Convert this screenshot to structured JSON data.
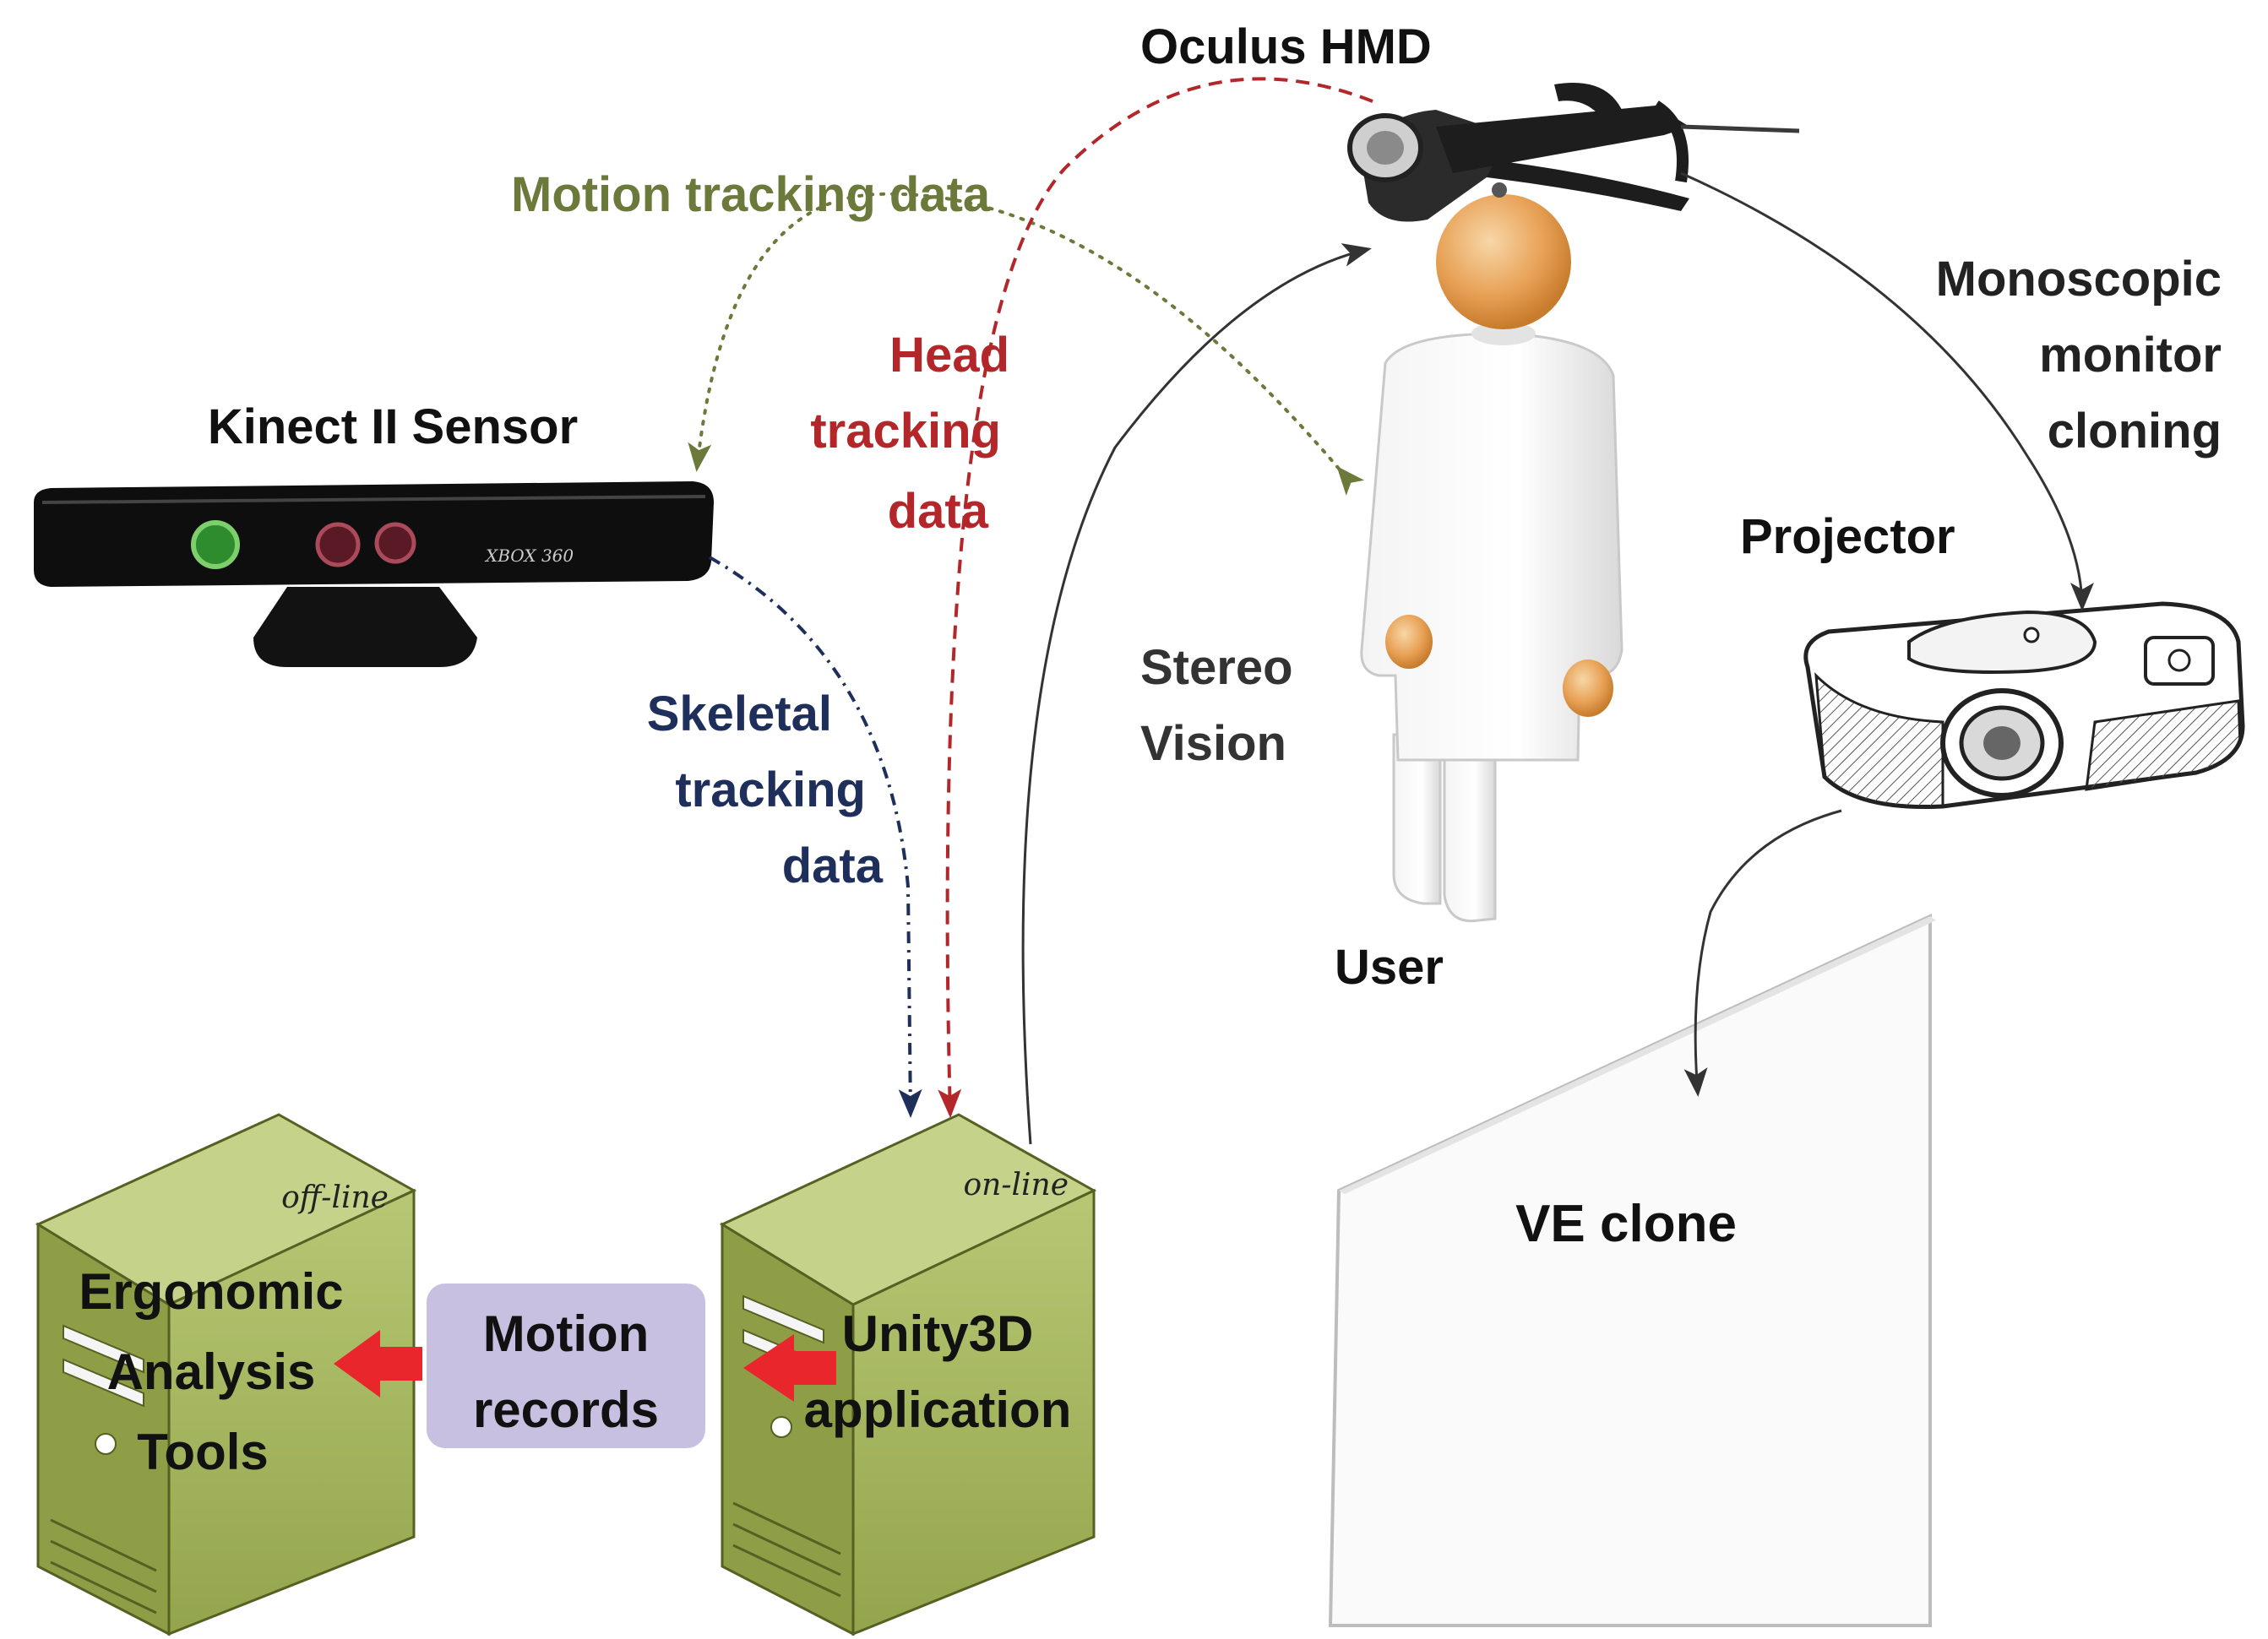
{
  "colors": {
    "black": "#111111",
    "motion_tracking": "#6b7a3a",
    "head_tracking": "#b3262a",
    "skeletal_tracking": "#1f2f5c",
    "server_green": "#a9bb64",
    "server_green_dark": "#7f9040",
    "motion_records_box": "#c8c0e0",
    "transfer_arrow": "#e8262b"
  },
  "labels": {
    "oculus": "Oculus HMD",
    "motion_tracking_data": "Motion tracking data",
    "head_tracking_data": [
      "Head",
      "tracking",
      "data"
    ],
    "kinect": "Kinect II Sensor",
    "skeletal_tracking_data": [
      "Skeletal",
      "tracking",
      "data"
    ],
    "stereo_vision": [
      "Stereo",
      "Vision"
    ],
    "monoscopic": [
      "Monoscopic",
      "monitor",
      "cloning"
    ],
    "projector": "Projector",
    "user": "User",
    "ve_clone": "VE clone",
    "off_line": "off-line",
    "on_line": "on-line",
    "ergonomic": [
      "Ergonomic",
      "Analysis",
      "Tools"
    ],
    "motion_records": [
      "Motion",
      "records"
    ],
    "unity": [
      "Unity3D",
      "application"
    ],
    "kinect_brand": "XBOX 360"
  },
  "icons": {
    "hmd": "vr-headset-icon",
    "kinect": "kinect-sensor-icon",
    "user": "person-figure-icon",
    "projector": "projector-icon",
    "screen": "projection-screen-icon",
    "server_offline": "server-tower-icon",
    "server_online": "server-tower-icon"
  }
}
